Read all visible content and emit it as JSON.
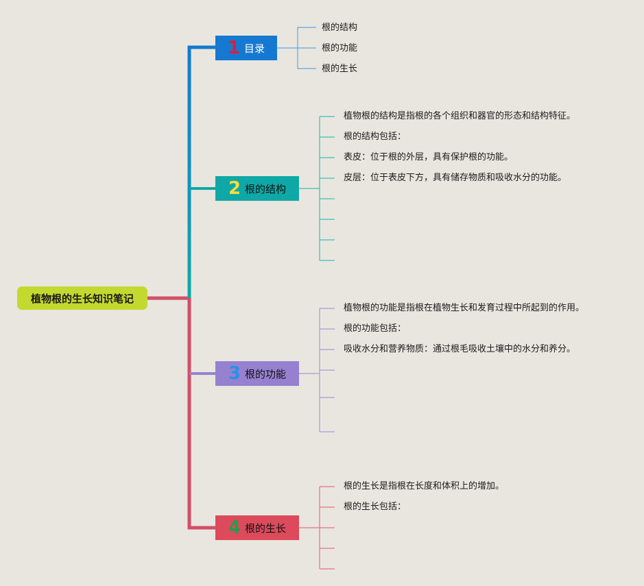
{
  "root": {
    "label": "植物根的生长知识笔记"
  },
  "branches": [
    {
      "number": "1",
      "label": "目录",
      "color": "#1579d1",
      "items": [
        "根的结构",
        "根的功能",
        "根的生长"
      ]
    },
    {
      "number": "2",
      "label": "根的结构",
      "color": "#0fa8a6",
      "items": [
        "植物根的结构是指根的各个组织和器官的形态和结构特征。",
        "根的结构包括：",
        "表皮：位于根的外层，具有保护根的功能。",
        "皮层：位于表皮下方，具有储存物质和吸收水分的功能。",
        "",
        "",
        "",
        ""
      ]
    },
    {
      "number": "3",
      "label": "根的功能",
      "color": "#9681d0",
      "items": [
        "植物根的功能是指根在植物生长和发育过程中所起到的作用。",
        "根的功能包括：",
        "吸收水分和营养物质：通过根毛吸收土壤中的水分和养分。",
        "",
        "",
        ""
      ]
    },
    {
      "number": "4",
      "label": "根的生长",
      "color": "#dc4a5c",
      "items": [
        "根的生长是指根在长度和体积上的增加。",
        "根的生长包括：",
        "",
        "",
        ""
      ]
    }
  ]
}
